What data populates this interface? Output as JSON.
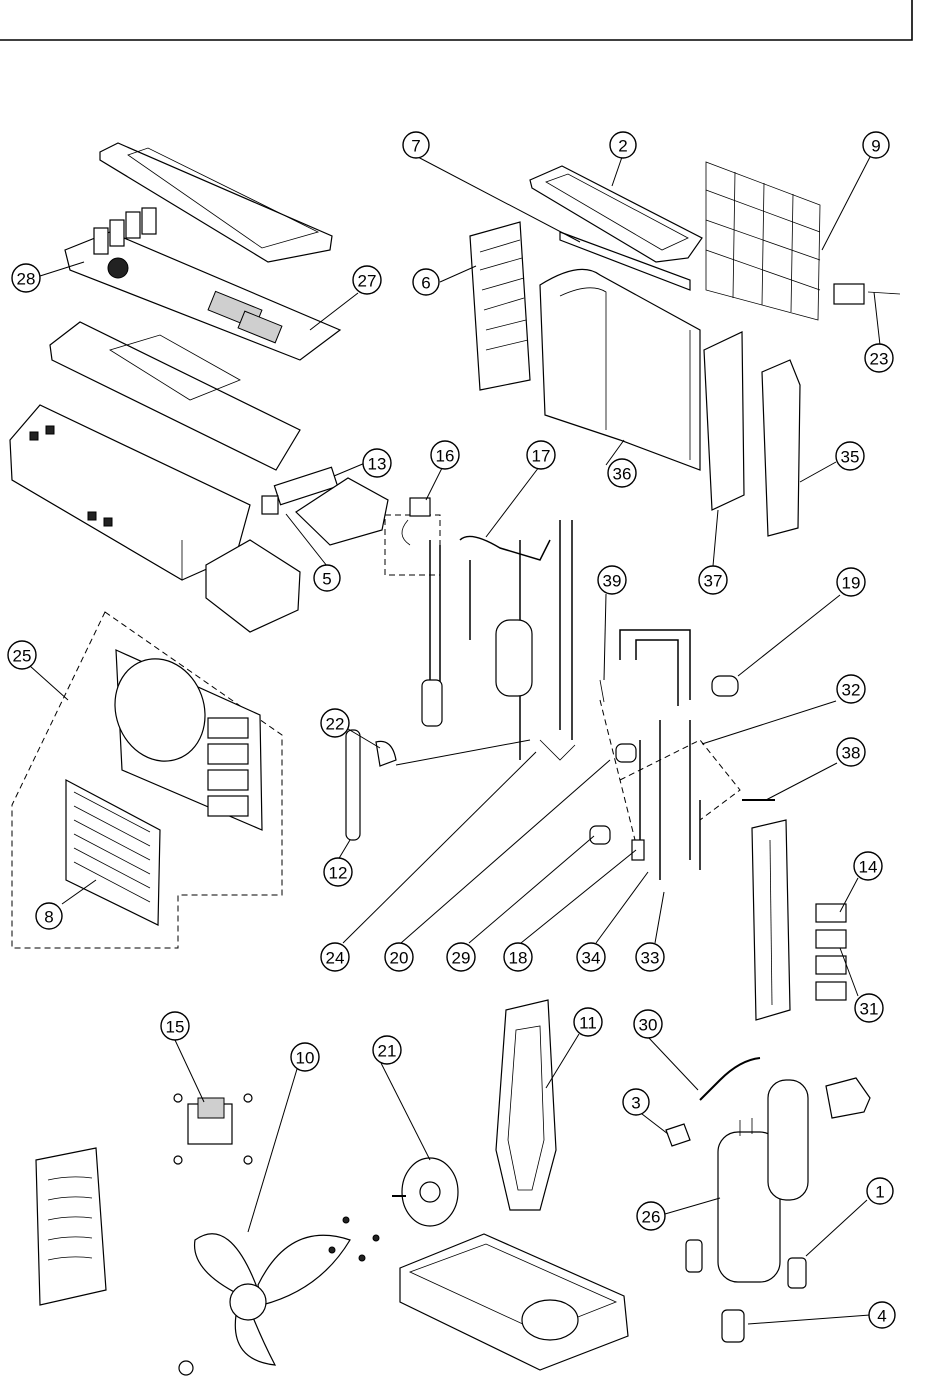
{
  "callouts": [
    {
      "label": "1"
    },
    {
      "label": "2"
    },
    {
      "label": "3"
    },
    {
      "label": "4"
    },
    {
      "label": "5"
    },
    {
      "label": "6"
    },
    {
      "label": "7"
    },
    {
      "label": "8"
    },
    {
      "label": "9"
    },
    {
      "label": "10"
    },
    {
      "label": "11"
    },
    {
      "label": "12"
    },
    {
      "label": "13"
    },
    {
      "label": "14"
    },
    {
      "label": "15"
    },
    {
      "label": "16"
    },
    {
      "label": "17"
    },
    {
      "label": "18"
    },
    {
      "label": "19"
    },
    {
      "label": "20"
    },
    {
      "label": "21"
    },
    {
      "label": "22"
    },
    {
      "label": "23"
    },
    {
      "label": "24"
    },
    {
      "label": "25"
    },
    {
      "label": "26"
    },
    {
      "label": "27"
    },
    {
      "label": "28"
    },
    {
      "label": "29"
    },
    {
      "label": "30"
    },
    {
      "label": "31"
    },
    {
      "label": "32"
    },
    {
      "label": "33"
    },
    {
      "label": "34"
    },
    {
      "label": "35"
    },
    {
      "label": "36"
    },
    {
      "label": "37"
    },
    {
      "label": "38"
    },
    {
      "label": "39"
    }
  ]
}
